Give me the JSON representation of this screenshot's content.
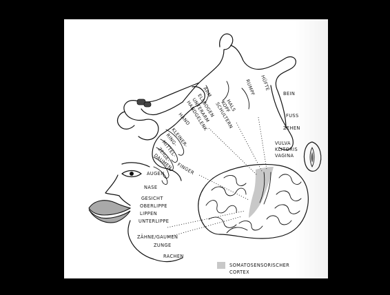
{
  "colors": {
    "frame": "#000000",
    "page": "#ffffff",
    "ink": "#111111",
    "cortex_fill": "#c8c8c8",
    "lips_fill": "#a9a9a9"
  },
  "labels": {
    "hals": "HALS",
    "kopf": "KOPF",
    "schultern": "SCHULTERN",
    "rumpf": "RUMPF",
    "huefte": "HÜFTE",
    "arm": "ARM",
    "ellbogen": "ELLBOGEN",
    "unterarm": "UNTERARM",
    "handgelenk": "HANDGELENK",
    "hand": "HAND",
    "bein": "BEIN",
    "fuss": "FUSS",
    "zehen": "ZEHEN",
    "vulva": "VULVA",
    "klitoris": "KLITORIS",
    "vagina": "VAGINA",
    "kleiner": "KLEINER-",
    "ring": "RING-",
    "mittel": "MITTEL-",
    "zeige": "ZEIGE-",
    "daumen": "DAUMEN",
    "finger": "FINGER",
    "augen": "AUGEN",
    "nase": "NASE",
    "gesicht": "GESICHT",
    "oberlippe": "OBERLIPPE",
    "lippen": "LIPPEN",
    "unterlippe": "UNTERLIPPE",
    "zaehne": "ZÄHNE/GAUMEN",
    "zunge": "ZUNGE",
    "rachen": "RACHEN"
  },
  "legend": {
    "line1": "SOMATOSENSORISCHER",
    "line2": "CORTEX"
  }
}
